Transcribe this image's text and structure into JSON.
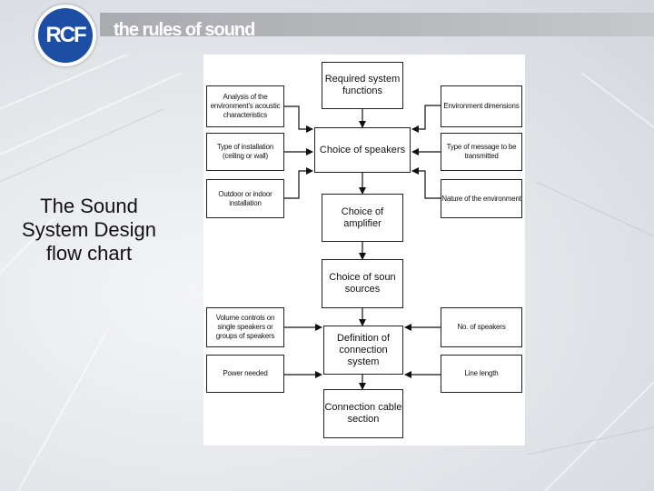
{
  "brand": {
    "logo": "RCF",
    "tagline": "the rules of sound"
  },
  "slide": {
    "title": "The Sound System Design flow chart"
  },
  "diagram": {
    "main": {
      "required": "Required system functions",
      "speakers": "Choice of speakers",
      "amplifier": "Choice of amplifier",
      "sources": "Choice of soun sources",
      "connection": "Definition of connection system",
      "cable": "Connection cable section"
    },
    "left": {
      "acoustic": "Analysis of the environment's acoustic characteristics",
      "installation": "Type of installation (ceiling or wall)",
      "outdoor": "Outdoor or indoor installation",
      "volume": "Volume controls on single speakers or groups of speakers",
      "power": "Power needed"
    },
    "right": {
      "dimensions": "Environment dimensions",
      "message": "Type of message to be transmitted",
      "nature": "Nature of the environment",
      "num_speakers": "No. of speakers",
      "line_length": "Line length"
    }
  }
}
